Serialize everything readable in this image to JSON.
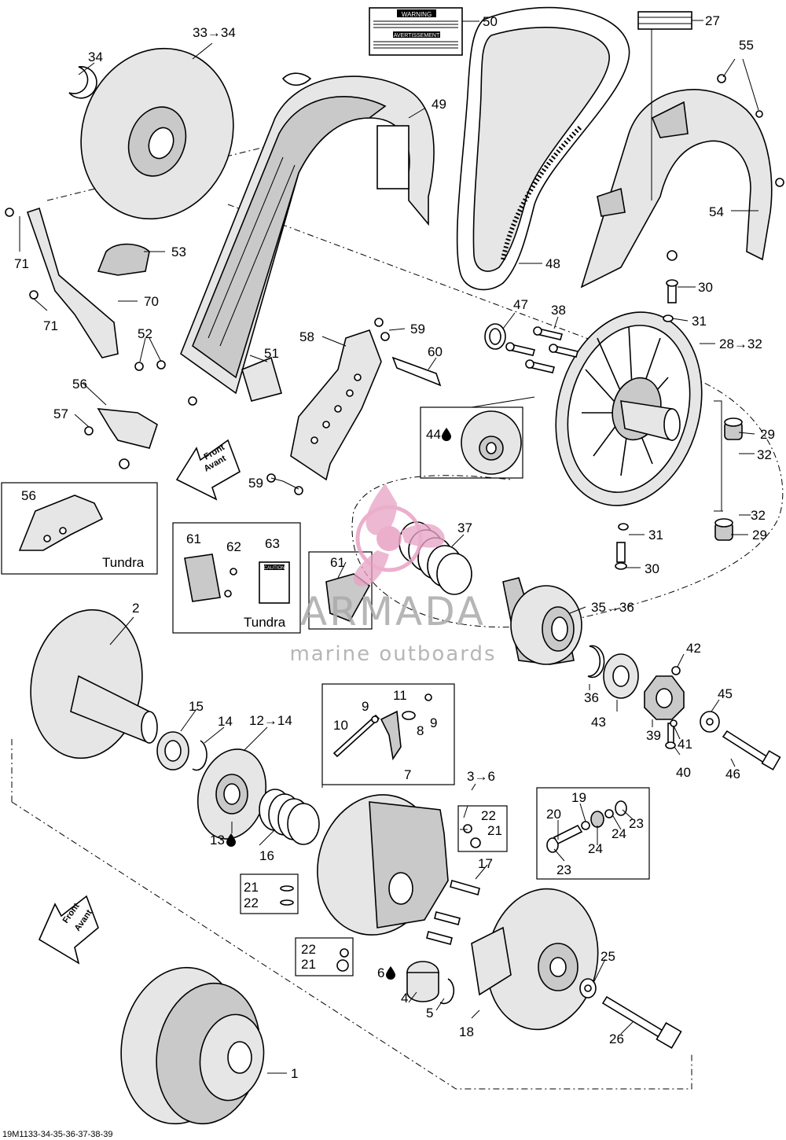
{
  "diagram": {
    "reference": "19M1133-34-35-36-37-38-39",
    "direction_label": [
      "Front",
      "Avant"
    ],
    "variant_label": "Tundra",
    "decal_50_text": [
      "WARNING",
      "AVERTISSEMENT"
    ],
    "decal_63_text": "CAUTION",
    "callouts": {
      "c1": "1",
      "c2": "2",
      "c3_6": "3→6",
      "c4": "4",
      "c5": "5",
      "c6": "6",
      "c7": "7",
      "c8": "8",
      "c9a": "9",
      "c9b": "9",
      "c10": "10",
      "c11": "11",
      "c12_14": "12→14",
      "c13": "13",
      "c14": "14",
      "c15": "15",
      "c16": "16",
      "c17": "17",
      "c18": "18",
      "c19": "19",
      "c20": "20",
      "c21a": "21",
      "c21b": "21",
      "c21c": "21",
      "c22a": "22",
      "c22b": "22",
      "c22c": "22",
      "c23a": "23",
      "c23b": "23",
      "c24a": "24",
      "c24b": "24",
      "c25": "25",
      "c26": "26",
      "c27": "27",
      "c28_32": "28→32",
      "c29a": "29",
      "c29b": "29",
      "c30a": "30",
      "c30b": "30",
      "c31a": "31",
      "c31b": "31",
      "c32a": "32",
      "c32b": "32",
      "c33_34": "33→34",
      "c34": "34",
      "c35_36": "35→36",
      "c36": "36",
      "c37": "37",
      "c38": "38",
      "c39": "39",
      "c40": "40",
      "c41": "41",
      "c42": "42",
      "c43": "43",
      "c44": "44",
      "c45": "45",
      "c46": "46",
      "c47": "47",
      "c48": "48",
      "c49": "49",
      "c50": "50",
      "c51": "51",
      "c52": "52",
      "c53": "53",
      "c54": "54",
      "c55": "55",
      "c56a": "56",
      "c56b": "56",
      "c57": "57",
      "c58": "58",
      "c59a": "59",
      "c59b": "59",
      "c60": "60",
      "c61a": "61",
      "c61b": "61",
      "c62": "62",
      "c63": "63",
      "c70": "70",
      "c71a": "71",
      "c71b": "71"
    }
  },
  "watermark": {
    "brand": "ARMADA",
    "tagline": "marine outboards",
    "color": "#e8a2c4"
  }
}
